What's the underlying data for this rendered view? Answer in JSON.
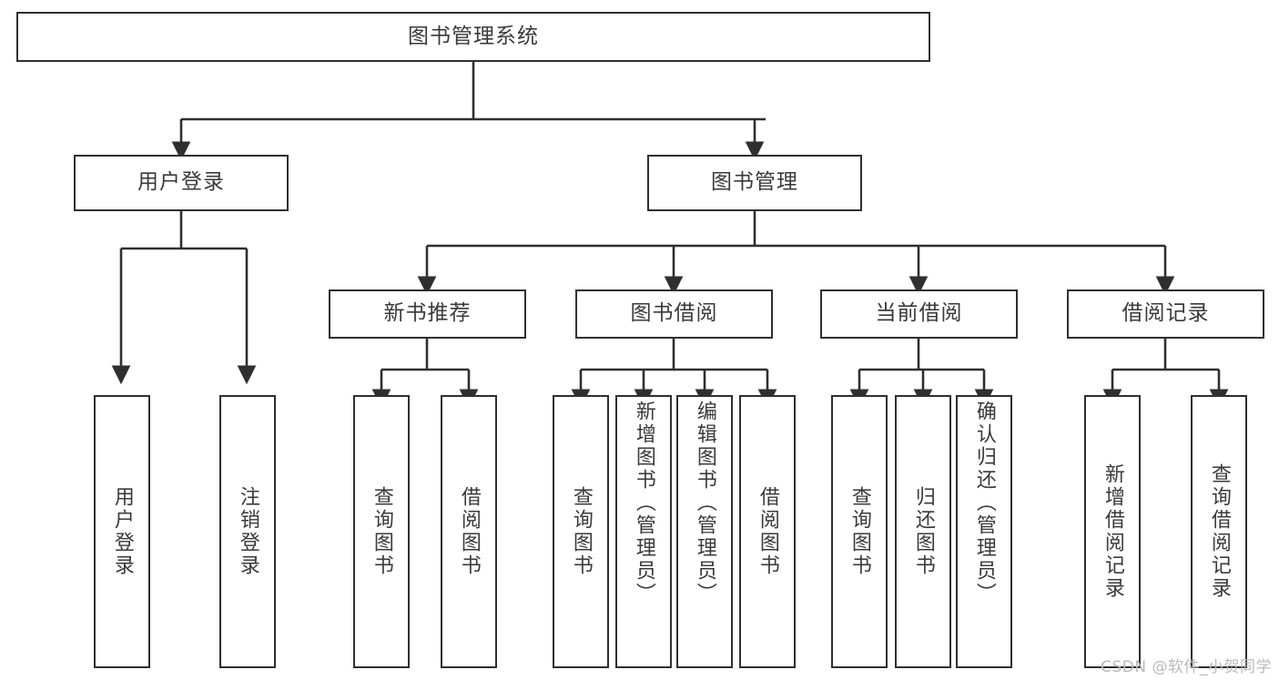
{
  "diagram": {
    "title": "图书管理系统",
    "type": "tree-hierarchy-chart",
    "root": {
      "label": "图书管理系统"
    },
    "level1": [
      {
        "label": "用户登录"
      },
      {
        "label": "图书管理"
      }
    ],
    "level2": [
      {
        "label": "新书推荐"
      },
      {
        "label": "图书借阅"
      },
      {
        "label": "当前借阅"
      },
      {
        "label": "借阅记录"
      }
    ],
    "leaves": {
      "user_login": [
        {
          "label": "用户登录"
        },
        {
          "label": "注销登录"
        }
      ],
      "new_book_recommend": [
        {
          "label": "查询图书"
        },
        {
          "label": "借阅图书"
        }
      ],
      "book_borrow": [
        {
          "label": "查询图书"
        },
        {
          "label": "新增图书（管理员）"
        },
        {
          "label": "编辑图书（管理员）"
        },
        {
          "label": "借阅图书"
        }
      ],
      "current_borrow": [
        {
          "label": "查询图书"
        },
        {
          "label": "归还图书"
        },
        {
          "label": "确认归还（管理员）"
        }
      ],
      "borrow_records": [
        {
          "label": "新增借阅记录"
        },
        {
          "label": "查询借阅记录"
        }
      ]
    },
    "watermark": "CSDN @软件_小贺同学",
    "colors": {
      "border": "#2f2f2f",
      "text": "#3a3a3a",
      "background": "#ffffff",
      "watermark": "#b9b9b9"
    }
  }
}
